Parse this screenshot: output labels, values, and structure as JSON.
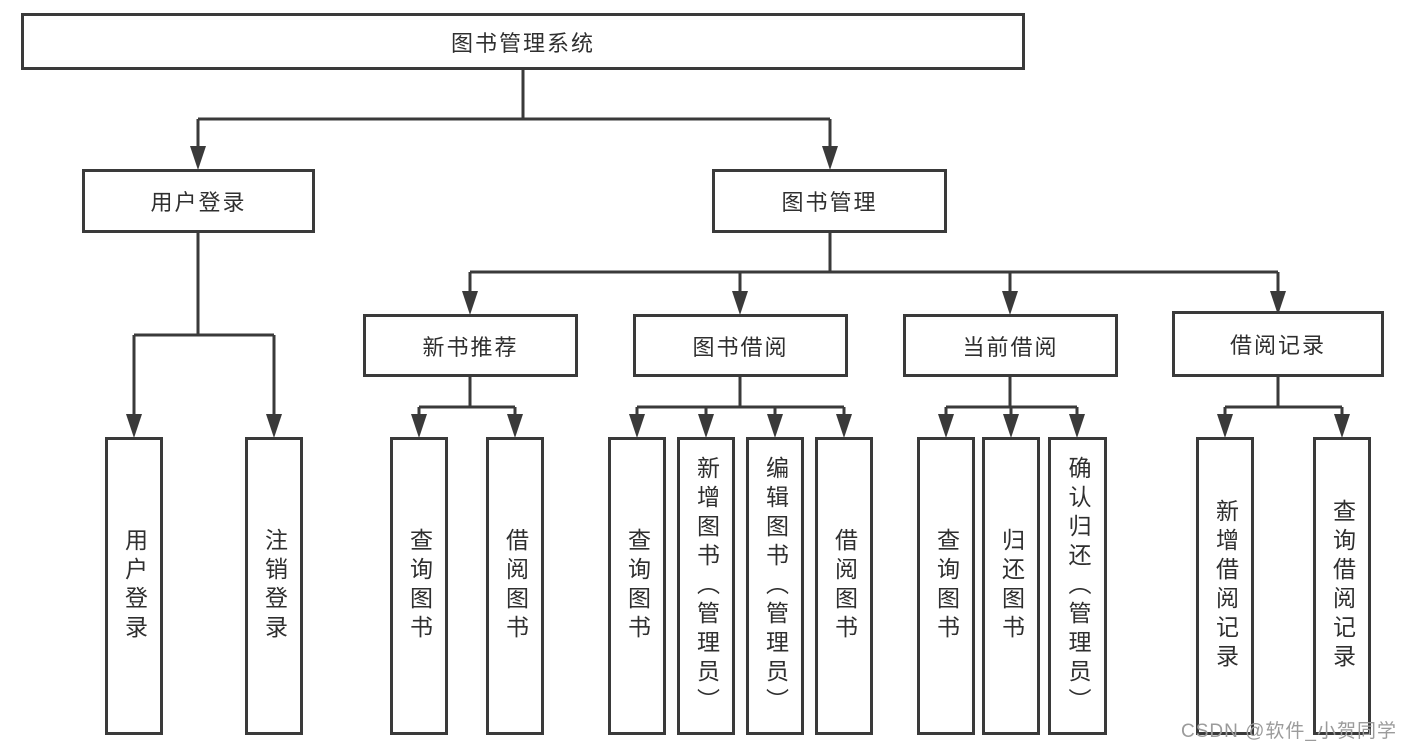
{
  "diagram": {
    "colors": {
      "line": "#3a3a3a",
      "text": "#2f2f2f",
      "wm": "#9b9b9b",
      "bg": "#ffffff"
    },
    "nodes": {
      "root": "图书管理系统",
      "user_login": "用户登录",
      "book_management": "图书管理",
      "new_book_recommend": "新书推荐",
      "book_borrow": "图书借阅",
      "current_borrow": "当前借阅",
      "borrow_record": "借阅记录",
      "leaf_user_login": "用户登录",
      "leaf_logout": "注销登录",
      "leaf_query_book_1": "查询图书",
      "leaf_borrow_book_1": "借阅图书",
      "leaf_query_book_2": "查询图书",
      "leaf_add_book": "新增图书（管理员）",
      "leaf_edit_book": "编辑图书（管理员）",
      "leaf_borrow_book_2": "借阅图书",
      "leaf_query_book_3": "查询图书",
      "leaf_return_book": "归还图书",
      "leaf_confirm_return": "确认归还（管理员）",
      "leaf_add_borrow_record": "新增借阅记录",
      "leaf_query_borrow_record": "查询借阅记录"
    },
    "watermark": "CSDN @软件_小贺同学"
  }
}
